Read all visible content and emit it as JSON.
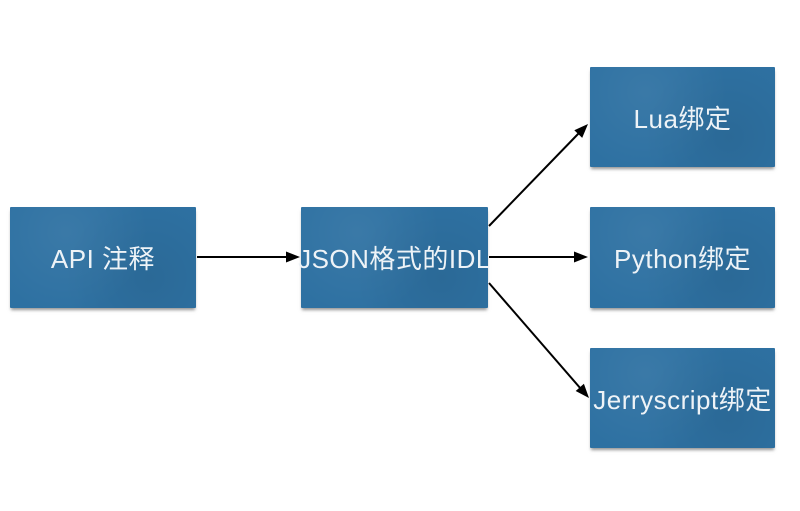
{
  "diagram": {
    "type": "flow-diagram",
    "nodes": [
      {
        "id": "api",
        "label": "API 注释"
      },
      {
        "id": "idl",
        "label": "JSON格式的IDL"
      },
      {
        "id": "lua",
        "label": "Lua绑定"
      },
      {
        "id": "python",
        "label": "Python绑定"
      },
      {
        "id": "jerryscript",
        "label": "Jerryscript绑定"
      }
    ],
    "edges": [
      {
        "from": "api",
        "to": "idl"
      },
      {
        "from": "idl",
        "to": "lua"
      },
      {
        "from": "idl",
        "to": "python"
      },
      {
        "from": "idl",
        "to": "jerryscript"
      }
    ],
    "colors": {
      "node_fill": "#2e71a2",
      "node_text": "#eef3f7",
      "arrow": "#000000",
      "background": "#ffffff"
    }
  }
}
